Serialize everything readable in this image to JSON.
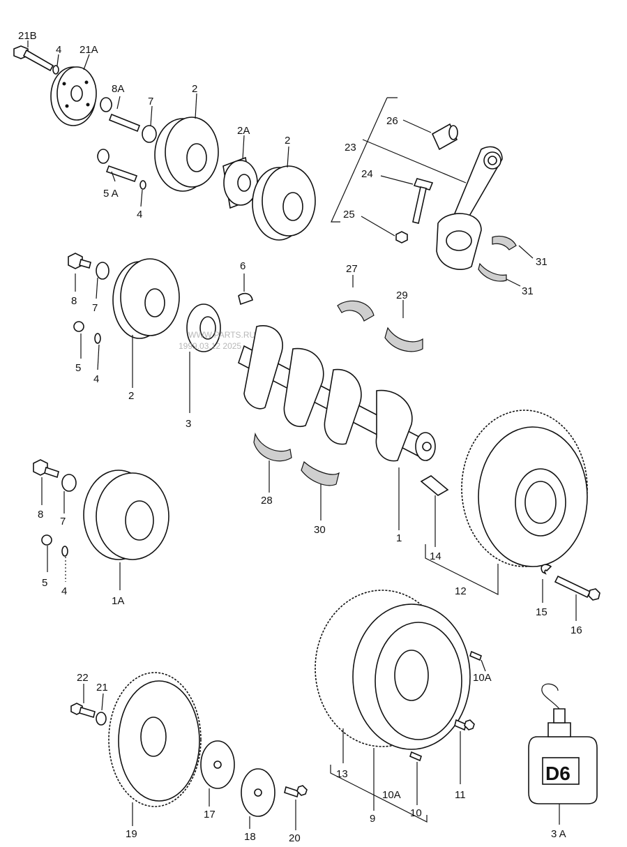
{
  "labels": {
    "l21B": "21B",
    "l4a": "4",
    "l21A": "21A",
    "l8A": "8A",
    "l7a": "7",
    "l2a": "2",
    "l2A": "2A",
    "l2b": "2",
    "l5A": "5 A",
    "l4b": "4",
    "l26": "26",
    "l23": "23",
    "l24": "24",
    "l25": "25",
    "l31a": "31",
    "l31b": "31",
    "l6": "6",
    "l27": "27",
    "l29": "29",
    "l8a": "8",
    "l7b": "7",
    "l5a": "5",
    "l4c": "4",
    "l2c": "2",
    "l3": "3",
    "l28": "28",
    "l30": "30",
    "l1": "1",
    "l14": "14",
    "l12": "12",
    "l15": "15",
    "l16": "16",
    "l8b": "8",
    "l7c": "7",
    "l5b": "5",
    "l4d": "4",
    "l1A": "1A",
    "l22": "22",
    "l21": "21",
    "l19": "19",
    "l17": "17",
    "l18": "18",
    "l20": "20",
    "l13": "13",
    "l9": "9",
    "l10Aa": "10A",
    "l10": "10",
    "l10Ab": "10A",
    "l11": "11",
    "l3A": "3 A"
  },
  "bottle_label": "D6",
  "watermark": [
    "WWW.PARTS.RU",
    "1999.03.12 2025"
  ]
}
